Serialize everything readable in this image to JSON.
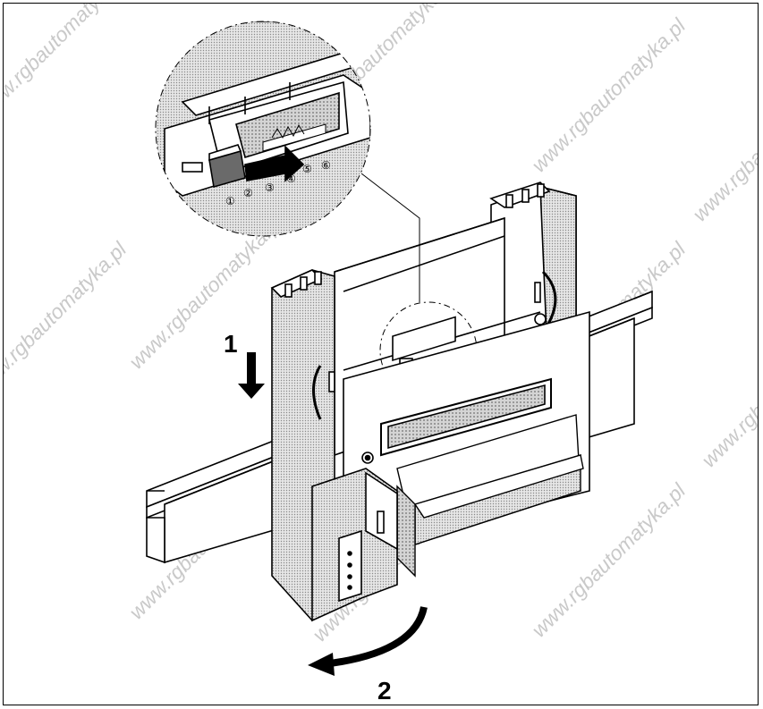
{
  "watermark": "www.rgbautomatyka.pl",
  "steps": {
    "step1": "1",
    "step2": "2"
  },
  "detail": {
    "positions": [
      "①",
      "②",
      "③",
      "④",
      "⑤",
      "⑥"
    ]
  }
}
